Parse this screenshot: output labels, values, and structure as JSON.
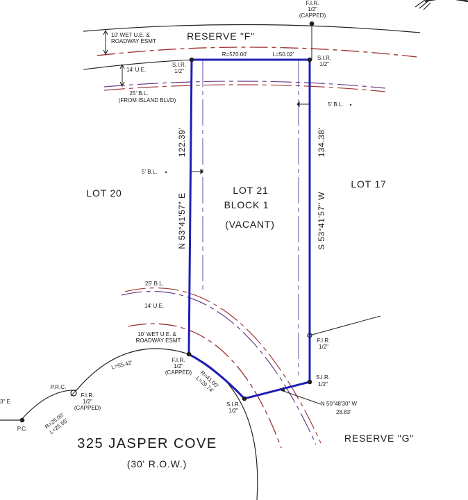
{
  "north_arrow": {
    "icon": "north-arrow-icon"
  },
  "monuments": {
    "fir_top": [
      "F.I.R.",
      "1/2\"",
      "(CAPPED)"
    ],
    "sir_top_left": [
      "S.I.R.",
      "1/2\""
    ],
    "sir_top_right": [
      "S.I.R.",
      "1/2\""
    ],
    "fir_right": [
      "F.I.R.",
      "1/2\""
    ],
    "sir_bottom_right": [
      "S.I.R.",
      "1/2\""
    ],
    "fir_left_bottom": [
      "F.I.R.",
      "1/2\"",
      "(CAPPED)"
    ],
    "sir_bottom": [
      "S.I.R.",
      "1/2\""
    ],
    "prc": "P.R.C.",
    "fir_prc": [
      "F.I.R.",
      "1/2\"",
      "(CAPPED)"
    ],
    "pc": "P.C."
  },
  "easements": {
    "top_wet_ue": [
      "10' WET U.E. &",
      "ROADWAY ESMT"
    ],
    "top_ue": "14' U.E.",
    "top_bl": [
      "25' B.L.",
      "(FROM ISLAND BLVD)"
    ],
    "right_bl": "5' B.L.",
    "left_bl": "5' B.L.",
    "bottom_bl": "25' B.L.",
    "bottom_ue": "14' U.E.",
    "bottom_wet_ue": [
      "10' WET U.E. &",
      "ROADWAY ESMT"
    ]
  },
  "parcels": {
    "reserve_f": "RESERVE \"F\"",
    "reserve_g": "RESERVE \"G\"",
    "lot_20": "LOT 20",
    "lot_17": "LOT 17",
    "lot_21": "LOT 21",
    "block": "BLOCK 1",
    "status": "(VACANT)"
  },
  "calls": {
    "top_radius": "R=570.00'",
    "top_length": "L=50.02'",
    "left_distance": "122.39'",
    "left_bearing": "N 53°41'57\" E",
    "right_distance": "134.38'",
    "right_bearing": "S 53°41'57\" W",
    "curve_radius": "R=41.00'",
    "curve_length": "L=29.74'",
    "bottom_bearing": "N 50°48'30\" W",
    "bottom_distance": "28.83'",
    "arc_length": "L=55.42'",
    "prc_radius": "R=25.00'",
    "prc_length": "L=25.55'",
    "edge_fragment": "3\" E"
  },
  "street": {
    "name": "325 JASPER COVE",
    "row": "(30' R.O.W.)"
  },
  "colors": {
    "boundary": "#1f1fb4",
    "easement_red": "#a23a3a",
    "easement_purple": "#6a3d8a",
    "setback": "#6e56a6",
    "linework": "#222222"
  }
}
